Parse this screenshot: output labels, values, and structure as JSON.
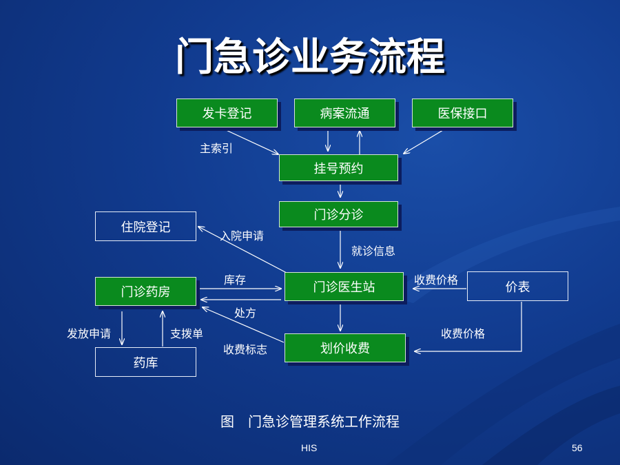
{
  "title": "门急诊业务流程",
  "nodes": {
    "card": "发卡登记",
    "records": "病案流通",
    "insurance": "医保接口",
    "register": "挂号预约",
    "triage": "门诊分诊",
    "inpatient": "住院登记",
    "pharmacy": "门诊药房",
    "doctor": "门诊医生站",
    "pricelist": "价表",
    "billing": "划价收费",
    "warehouse": "药库"
  },
  "edge_labels": {
    "main_index": "主索引",
    "admission_request": "入院申请",
    "visit_info": "就诊信息",
    "stock": "库存",
    "charge_price_top": "收费价格",
    "prescription": "处方",
    "issue_request": "发放申请",
    "transfer_note": "支拨单",
    "charge_flag": "收费标志",
    "charge_price_bottom": "收费价格"
  },
  "caption": "图　门急诊管理系统工作流程",
  "footer": {
    "left": "HIS",
    "page": "56"
  }
}
